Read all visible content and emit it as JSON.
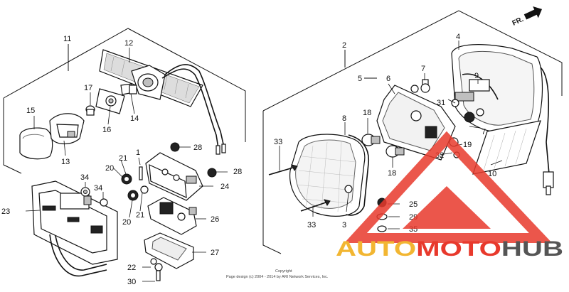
{
  "direction_arrow": {
    "label": "FR."
  },
  "callouts": {
    "p1": "1",
    "p2": "2",
    "p3": "3",
    "p4": "4",
    "p5": "5",
    "p6": "6",
    "p7a": "7",
    "p7b": "7",
    "p8": "8",
    "p9": "9",
    "p10": "10",
    "p11": "11",
    "p12": "12",
    "p13": "13",
    "p14": "14",
    "p15": "15",
    "p16": "16",
    "p17": "17",
    "p18a": "18",
    "p18b": "18",
    "p19": "19",
    "p20a": "20",
    "p20b": "20",
    "p21a": "21",
    "p21b": "21",
    "p22": "22",
    "p23": "23",
    "p24": "24",
    "p25": "25",
    "p26": "26",
    "p27": "27",
    "p28a": "28",
    "p28b": "28",
    "p29": "29",
    "p30": "30",
    "p31": "31",
    "p32": "32",
    "p33a": "33",
    "p33b": "33",
    "p34a": "34",
    "p34b": "34",
    "p35": "35"
  },
  "copyright": {
    "line1": "Copyright",
    "line2": "Page design (c) 2004 - 2014 by ARI Network Services, Inc."
  },
  "watermark": {
    "part1": "AUTO",
    "part2": "MOTO",
    "part3": "HUB",
    "color_auto": "#f2b632",
    "color_moto": "#e8392c",
    "color_hub": "#555555"
  }
}
